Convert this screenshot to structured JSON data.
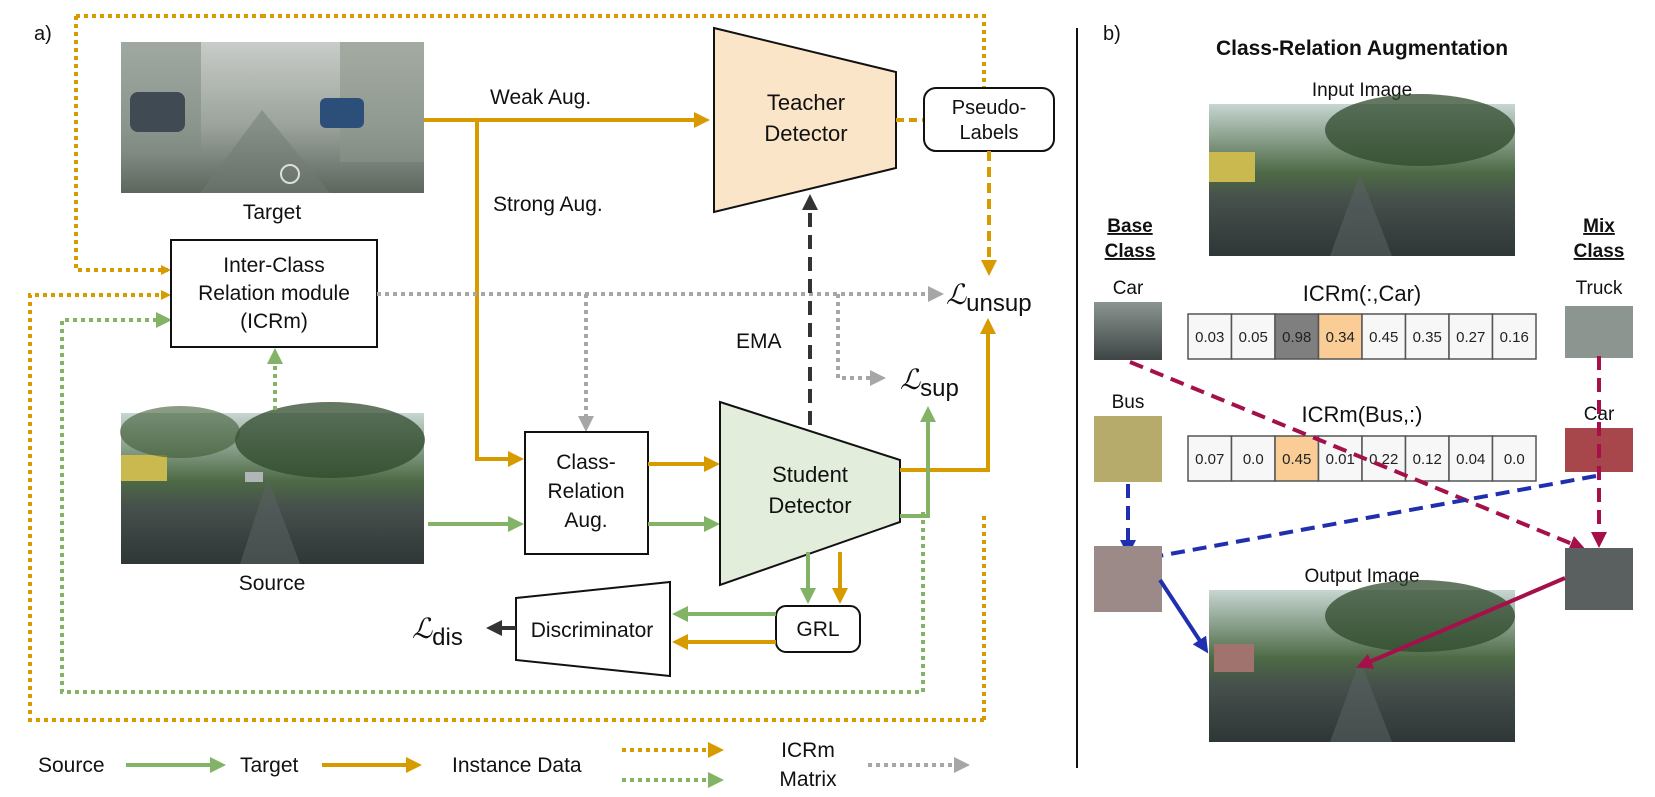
{
  "panel_a": {
    "label": "a)",
    "target_caption": "Target",
    "source_caption": "Source",
    "weak_aug": "Weak Aug.",
    "strong_aug": "Strong Aug.",
    "teacher": {
      "line1": "Teacher",
      "line2": "Detector"
    },
    "pseudo_labels": {
      "line1": "Pseudo-",
      "line2": "Labels"
    },
    "icrm_module": {
      "line1": "Inter-Class",
      "line2": "Relation module",
      "line3": "(ICRm)"
    },
    "ema": "EMA",
    "class_relation_aug": {
      "line1": "Class-",
      "line2": "Relation",
      "line3": "Aug."
    },
    "student": {
      "line1": "Student",
      "line2": "Detector"
    },
    "grl": "GRL",
    "discriminator": "Discriminator",
    "loss_unsup": {
      "symbol": "ℒ",
      "sub": "unsup"
    },
    "loss_sup": {
      "symbol": "ℒ",
      "sub": "sup"
    },
    "loss_dis": {
      "symbol": "ℒ",
      "sub": "dis"
    }
  },
  "panel_b": {
    "label": "b)",
    "title": "Class-Relation Augmentation",
    "input_caption": "Input Image",
    "output_caption": "Output Image",
    "base_class": {
      "line1": "Base",
      "line2": "Class"
    },
    "mix_class": {
      "line1": "Mix",
      "line2": "Class"
    },
    "row1": {
      "title": "ICRm(:,Car)",
      "left_label": "Car",
      "right_label": "Truck",
      "values": [
        "0.03",
        "0.05",
        "0.98",
        "0.34",
        "0.45",
        "0.35",
        "0.27",
        "0.16"
      ],
      "styles": [
        "plain",
        "plain",
        "dim",
        "highlight",
        "plain",
        "plain",
        "plain",
        "plain"
      ]
    },
    "row2": {
      "title": "ICRm(Bus,:)",
      "left_label": "Bus",
      "right_label": "Car",
      "values": [
        "0.07",
        "0.0",
        "0.45",
        "0.01",
        "0.22",
        "0.12",
        "0.04",
        "0.0"
      ],
      "styles": [
        "plain",
        "plain",
        "highlight",
        "plain",
        "plain",
        "plain",
        "plain",
        "plain"
      ]
    }
  },
  "legend": {
    "source": "Source",
    "target": "Target",
    "instance_data": "Instance Data",
    "icrm_line1": "ICRm",
    "icrm_line2": "Matrix"
  },
  "colors": {
    "source_green": "#82b366",
    "target_orange": "#d79b00",
    "icrm_gray": "#a6a6a6",
    "ema_dark": "#333333",
    "teacher_fill": "#fbe5c8",
    "student_fill": "#e3eddb",
    "highlight_cell": "#f9cd95",
    "dim_cell": "#7f7f7f",
    "crimson": "#a50f4a",
    "navy": "#1f2fb0"
  }
}
